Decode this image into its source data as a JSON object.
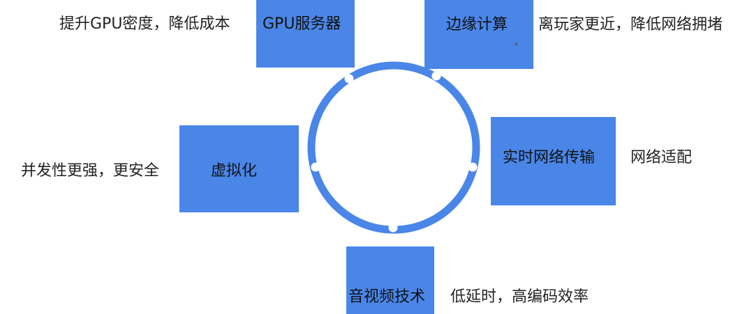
{
  "colors": {
    "node_fill": "#4a86e8",
    "ring": "#4a86e8",
    "ring_dot": "#ffffff",
    "text": "#222222"
  },
  "nodes": {
    "gpu": {
      "label": "GPU服务器",
      "desc": "提升GPU密度，降低成本"
    },
    "edge": {
      "label": "边缘计算",
      "desc": "离玩家更近，降低网络拥堵"
    },
    "virt": {
      "label": "虚拟化",
      "desc": "并发性更强，更安全"
    },
    "net": {
      "label": "实时网络传输",
      "desc": "网络适配"
    },
    "av": {
      "label": "音视频技术",
      "desc": "低延时，高编码效率"
    }
  }
}
